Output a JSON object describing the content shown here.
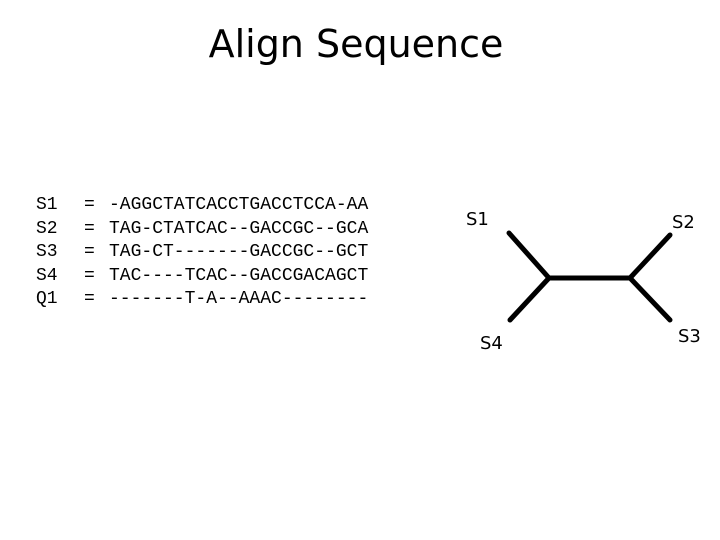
{
  "title": "Align Sequence",
  "alignment": {
    "separator": "=",
    "rows": [
      {
        "name": "S1",
        "sequence": "-AGGCTATCACCTGACCTCCA-AA"
      },
      {
        "name": "S2",
        "sequence": "TAG-CTATCAC--GACCGC--GCA"
      },
      {
        "name": "S3",
        "sequence": "TAG-CT-------GACCGC--GCT"
      },
      {
        "name": "S4",
        "sequence": "TAC----TCAC--GACCGACAGCT"
      },
      {
        "name": "Q1",
        "sequence": "-------T-A--AAAC--------"
      }
    ]
  },
  "tree": {
    "leaves": {
      "s1": "S1",
      "s2": "S2",
      "s3": "S3",
      "s4": "S4"
    },
    "line_color": "#000000"
  }
}
